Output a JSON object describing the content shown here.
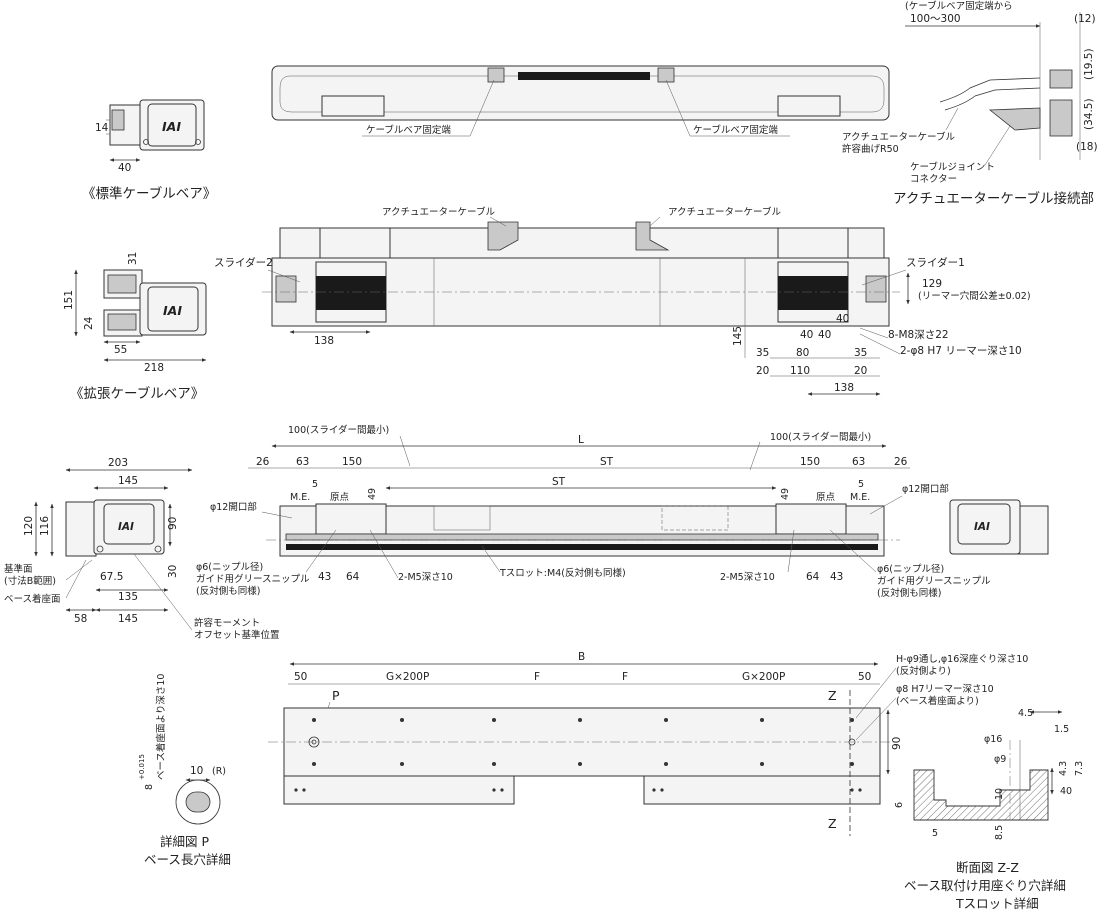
{
  "standard_cable_bear": {
    "caption": "《標準ケーブルベア》",
    "dims": [
      "14",
      "40"
    ],
    "logo": "IAI"
  },
  "extended_cable_bear": {
    "caption": "《拡張ケーブルベア》",
    "dims": [
      "31",
      "151",
      "24",
      "55",
      "218"
    ],
    "logo": "IAI"
  },
  "top_view": {
    "label_left": "ケーブルベア固定端",
    "label_right": "ケーブルベア固定端"
  },
  "connector_detail": {
    "caption": "アクチュエーターケーブル接続部",
    "range_label_1": "(ケーブルベア固定端から",
    "range_label_2": "100～300",
    "dims": [
      "(12)",
      "(19.5)",
      "(34.5)",
      "(18)"
    ],
    "cable_label_1": "アクチュエーターケーブル",
    "cable_label_2": "許容曲げR50",
    "joint_label_1": "ケーブルジョイント",
    "joint_label_2": "コネクター"
  },
  "slider_view": {
    "cable_left": "アクチュエーターケーブル",
    "cable_right": "アクチュエーターケーブル",
    "slider2": "スライダー2",
    "slider1": "スライダー1",
    "reamer_pitch_1": "129",
    "reamer_pitch_2": "(リーマー穴間公差±0.02)",
    "holes_m8": "8-M8深さ22",
    "holes_reamer": "2-φ8 H7 リーマー深さ10",
    "dims": [
      "138",
      "145",
      "40",
      "40",
      "40",
      "35",
      "80",
      "35",
      "20",
      "110",
      "20",
      "138"
    ]
  },
  "side_view": {
    "min_gap_left": "100(スライダー間最小)",
    "min_gap_right": "100(スライダー間最小)",
    "L": "L",
    "ST_top": "ST",
    "ST_inner": "ST",
    "dims_top": [
      "26",
      "63",
      "150",
      "150",
      "63",
      "26"
    ],
    "me_left": "M.E.",
    "origin_left": "原点",
    "me_right": "M.E.",
    "origin_right": "原点",
    "five_left": "5",
    "five_right": "5",
    "dim49_left": "49",
    "dim49_right": "49",
    "opening_left": "φ12開口部",
    "opening_right": "φ12開口部",
    "nipple_left_1": "φ6(ニップル径)",
    "nipple_left_2": "ガイド用グリースニップル",
    "nipple_left_3": "(反対側も同様)",
    "nipple_right_1": "φ6(ニップル径)",
    "nipple_right_2": "ガイド用グリースニップル",
    "nipple_right_3": "(反対側も同様)",
    "m5_left": "2-M5深さ10",
    "m5_right": "2-M5深さ10",
    "tslot": "Tスロット:M4(反対側も同様)",
    "dims_bottom": [
      "43",
      "64",
      "64",
      "43"
    ]
  },
  "end_view": {
    "dims": [
      "203",
      "145",
      "120",
      "116",
      "90",
      "30",
      "67.5",
      "135",
      "58",
      "145"
    ],
    "ref_surface_1": "基準面",
    "ref_surface_2": "(寸法B範囲)",
    "base_surface": "ベース着座面",
    "moment_1": "許容モーメント",
    "moment_2": "オフセット基準位置"
  },
  "base_view": {
    "B": "B",
    "dims": [
      "50",
      "G×200P",
      "F",
      "F",
      "G×200P",
      "50"
    ],
    "P": "P",
    "Z_top": "Z",
    "Z_bottom": "Z",
    "hole_1": "H-φ9通し,φ16深座ぐり深さ10",
    "hole_2": "(反対側より)",
    "reamer_1": "φ8 H7リーマー深さ10",
    "reamer_2": "(ベース着座面より)",
    "dim90": "90"
  },
  "detail_p": {
    "vertical_1": "8",
    "vertical_tol": "+0.015",
    "vertical_tol2": "0",
    "vertical_2": "ベース着座面より深さ10",
    "dim10": "10",
    "R": "(R)",
    "caption_1": "詳細図 P",
    "caption_2": "ベース長穴詳細"
  },
  "section_zz": {
    "dims": [
      "4.5",
      "1.5",
      "φ16",
      "φ9",
      "4.3",
      "7.3",
      "10",
      "6",
      "40",
      "5",
      "8.5"
    ],
    "caption_1": "断面図 Z-Z",
    "caption_2": "ベース取付け用座ぐり穴詳細",
    "caption_3": "Tスロット詳細"
  }
}
